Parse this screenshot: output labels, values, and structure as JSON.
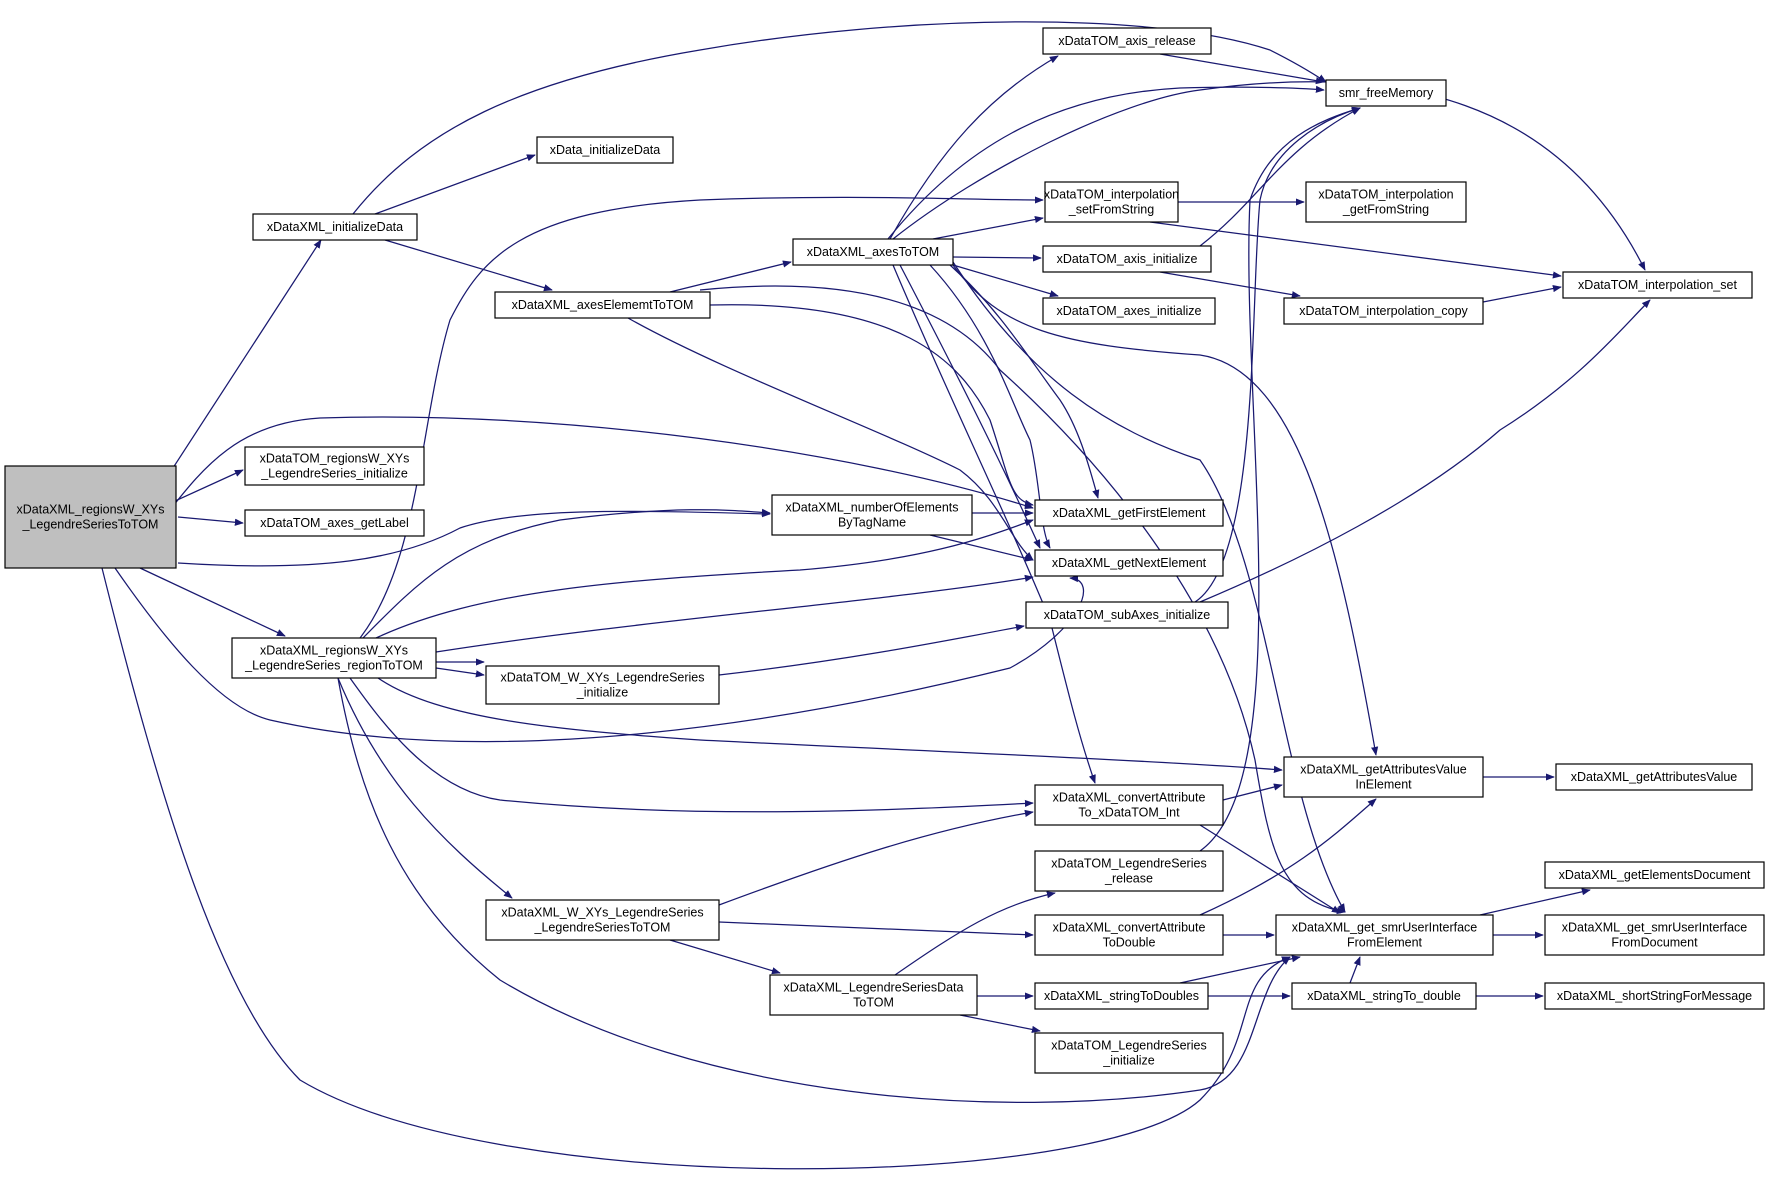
{
  "graph": {
    "edge_color": "#191970",
    "root_fill": "#bfbfbf",
    "nodes": [
      {
        "id": "root",
        "lines": [
          "xDataXML_regionsW_XYs",
          "_LegendreSeriesToTOM"
        ]
      },
      {
        "id": "xml_initializeData",
        "lines": [
          "xDataXML_initializeData"
        ]
      },
      {
        "id": "data_initializeData",
        "lines": [
          "xData_initializeData"
        ]
      },
      {
        "id": "axesElemToTOM",
        "lines": [
          "xDataXML_axesElememtToTOM"
        ]
      },
      {
        "id": "axesToTOM",
        "lines": [
          "xDataXML_axesToTOM"
        ]
      },
      {
        "id": "axis_release",
        "lines": [
          "xDataTOM_axis_release"
        ]
      },
      {
        "id": "freeMemory",
        "lines": [
          "smr_freeMemory"
        ]
      },
      {
        "id": "interp_setFromString",
        "lines": [
          "xDataTOM_interpolation",
          "_setFromString"
        ]
      },
      {
        "id": "interp_getFromString",
        "lines": [
          "xDataTOM_interpolation",
          "_getFromString"
        ]
      },
      {
        "id": "axis_initialize",
        "lines": [
          "xDataTOM_axis_initialize"
        ]
      },
      {
        "id": "axes_initialize",
        "lines": [
          "xDataTOM_axes_initialize"
        ]
      },
      {
        "id": "interp_copy",
        "lines": [
          "xDataTOM_interpolation_copy"
        ]
      },
      {
        "id": "interp_set",
        "lines": [
          "xDataTOM_interpolation_set"
        ]
      },
      {
        "id": "regions_init",
        "lines": [
          "xDataTOM_regionsW_XYs",
          "_LegendreSeries_initialize"
        ]
      },
      {
        "id": "axes_getLabel",
        "lines": [
          "xDataTOM_axes_getLabel"
        ]
      },
      {
        "id": "numberOfElements",
        "lines": [
          "xDataXML_numberOfElements",
          "ByTagName"
        ]
      },
      {
        "id": "getFirstElement",
        "lines": [
          "xDataXML_getFirstElement"
        ]
      },
      {
        "id": "getNextElement",
        "lines": [
          "xDataXML_getNextElement"
        ]
      },
      {
        "id": "subAxes_init",
        "lines": [
          "xDataTOM_subAxes_initialize"
        ]
      },
      {
        "id": "regionToTOM",
        "lines": [
          "xDataXML_regionsW_XYs",
          "_LegendreSeries_regionToTOM"
        ]
      },
      {
        "id": "W_XYs_LS_init",
        "lines": [
          "xDataTOM_W_XYs_LegendreSeries",
          "_initialize"
        ]
      },
      {
        "id": "getAttrValueInElem",
        "lines": [
          "xDataXML_getAttributesValue",
          "InElement"
        ]
      },
      {
        "id": "getAttrValue",
        "lines": [
          "xDataXML_getAttributesValue"
        ]
      },
      {
        "id": "convAttrInt",
        "lines": [
          "xDataXML_convertAttribute",
          "To_xDataTOM_Int"
        ]
      },
      {
        "id": "LS_release",
        "lines": [
          "xDataTOM_LegendreSeries",
          "_release"
        ]
      },
      {
        "id": "getElementsDocument",
        "lines": [
          "xDataXML_getElementsDocument"
        ]
      },
      {
        "id": "W_XYs_LS_ToTOM",
        "lines": [
          "xDataXML_W_XYs_LegendreSeries",
          "_LegendreSeriesToTOM"
        ]
      },
      {
        "id": "convAttrDouble",
        "lines": [
          "xDataXML_convertAttribute",
          "ToDouble"
        ]
      },
      {
        "id": "getSmrUIFromElem",
        "lines": [
          "xDataXML_get_smrUserInterface",
          "FromElement"
        ]
      },
      {
        "id": "getSmrUIFromDoc",
        "lines": [
          "xDataXML_get_smrUserInterface",
          "FromDocument"
        ]
      },
      {
        "id": "LSDataToTOM",
        "lines": [
          "xDataXML_LegendreSeriesData",
          "ToTOM"
        ]
      },
      {
        "id": "stringToDoubles",
        "lines": [
          "xDataXML_stringToDoubles"
        ]
      },
      {
        "id": "stringTo_double",
        "lines": [
          "xDataXML_stringTo_double"
        ]
      },
      {
        "id": "shortString",
        "lines": [
          "xDataXML_shortStringForMessage"
        ]
      },
      {
        "id": "LS_initialize",
        "lines": [
          "xDataTOM_LegendreSeries",
          "_initialize"
        ]
      }
    ]
  }
}
